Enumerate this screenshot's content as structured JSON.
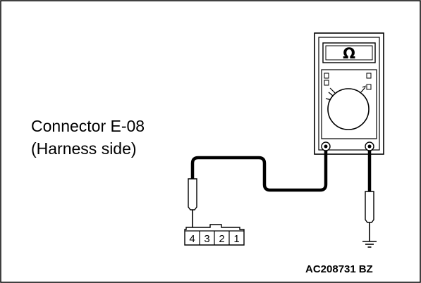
{
  "diagram": {
    "connector_label_line1": "Connector E-08",
    "connector_label_line2": "(Harness side)",
    "meter_display_symbol": "Ω",
    "connector_pins": [
      "4",
      "3",
      "2",
      "1"
    ],
    "figure_code_main": "AC208731",
    "figure_code_suffix": "BZ",
    "colors": {
      "line": "#000000",
      "background": "#ffffff",
      "meter_body": "#ffffff"
    }
  }
}
